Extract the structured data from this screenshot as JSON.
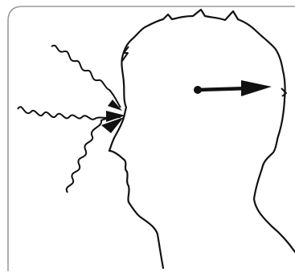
{
  "figure": {
    "elements": [
      "head-silhouette",
      "incoming-wavy-arrows",
      "internal-arrow"
    ],
    "colors": {
      "stroke": "#111111",
      "background": "#ffffff",
      "panel_border": "#9a9a9a"
    }
  }
}
